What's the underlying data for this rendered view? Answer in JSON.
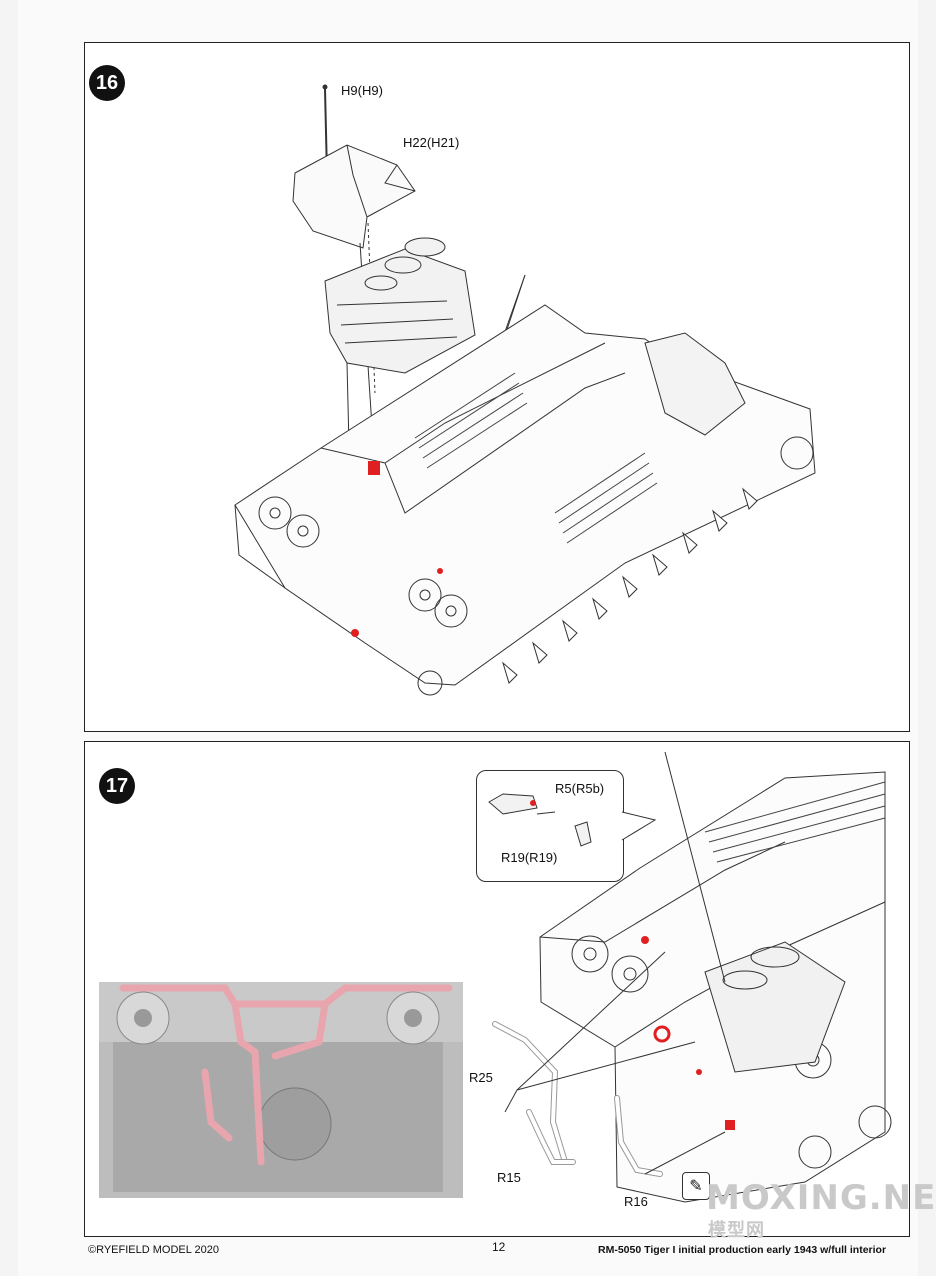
{
  "step16": {
    "number": "16",
    "labels": {
      "h9": "H9(H9)",
      "h22": "H22(H21)"
    }
  },
  "step17": {
    "number": "17",
    "labels": {
      "r5": "R5(R5b)",
      "r19": "R19(R19)",
      "r25": "R25",
      "r15": "R15",
      "r16": "R16"
    }
  },
  "footer": {
    "copyright": "©RYEFIELD MODEL 2020",
    "page_number": "12",
    "product": "RM-5050 Tiger I initial production early 1943 w/full interior"
  },
  "watermark": {
    "latin": "MOXING.NET",
    "cjk": "模型网"
  },
  "colors": {
    "highlight_red": "#e02020",
    "pipe_pink": "#e9a5ad",
    "line": "#333333"
  },
  "icons": [
    "cement-icon"
  ]
}
